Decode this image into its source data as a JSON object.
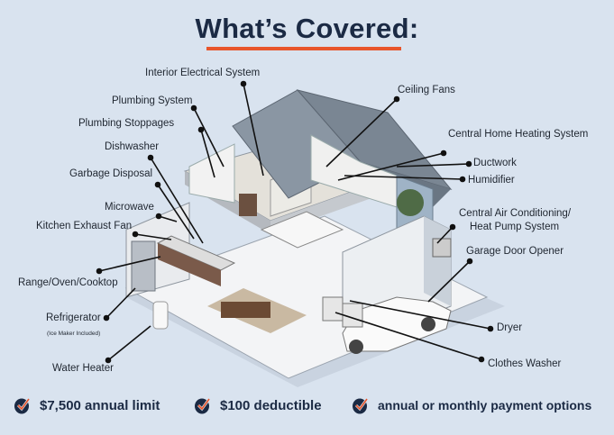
{
  "title": "What’s Covered:",
  "colors": {
    "background": "#d9e3ef",
    "title": "#1b2a44",
    "accent": "#e8552b"
  },
  "labels": {
    "interior_electrical": "Interior Electrical System",
    "plumbing_system": "Plumbing System",
    "plumbing_stoppages": "Plumbing Stoppages",
    "dishwasher": "Dishwasher",
    "garbage_disposal": "Garbage Disposal",
    "microwave": "Microwave",
    "kitchen_exhaust_fan": "Kitchen Exhaust Fan",
    "range": "Range/Oven/Cooktop",
    "refrigerator": "Refrigerator",
    "refrigerator_note": "(Ice Maker Included)",
    "water_heater": "Water Heater",
    "ceiling_fans": "Ceiling Fans",
    "central_heating": "Central Home Heating System",
    "ductwork": "Ductwork",
    "humidifier": "Humidifier",
    "central_air_1": "Central Air Conditioning/",
    "central_air_2": "Heat Pump System",
    "garage_door_opener": "Garage Door Opener",
    "dryer": "Dryer",
    "clothes_washer": "Clothes Washer"
  },
  "features": [
    {
      "icon": "check-badge-icon",
      "label": "$7,500 annual limit"
    },
    {
      "icon": "check-badge-icon",
      "label": "$100 deductible"
    },
    {
      "icon": "check-badge-icon",
      "label": "annual or monthly payment options"
    }
  ]
}
